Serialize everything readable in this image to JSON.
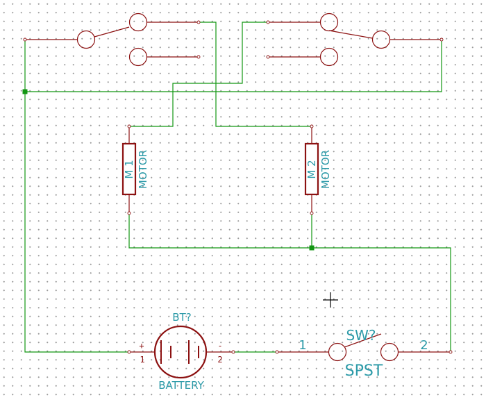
{
  "colors": {
    "wire": "#129612",
    "component": "#8c1111",
    "label": "#2c9aa8",
    "grid_dot": "#9a9a9a"
  },
  "battery": {
    "reference": "BT?",
    "value": "BATTERY",
    "plus_sign": "+",
    "minus_sign": "-",
    "pin_plus": "1",
    "pin_minus": "2"
  },
  "motor1": {
    "reference": "M 1",
    "value": "MOTOR"
  },
  "motor2": {
    "reference": "M 2",
    "value": "MOTOR"
  },
  "switch": {
    "reference": "SW?",
    "value": "SPST",
    "pin_left": "1",
    "pin_right": "2"
  }
}
